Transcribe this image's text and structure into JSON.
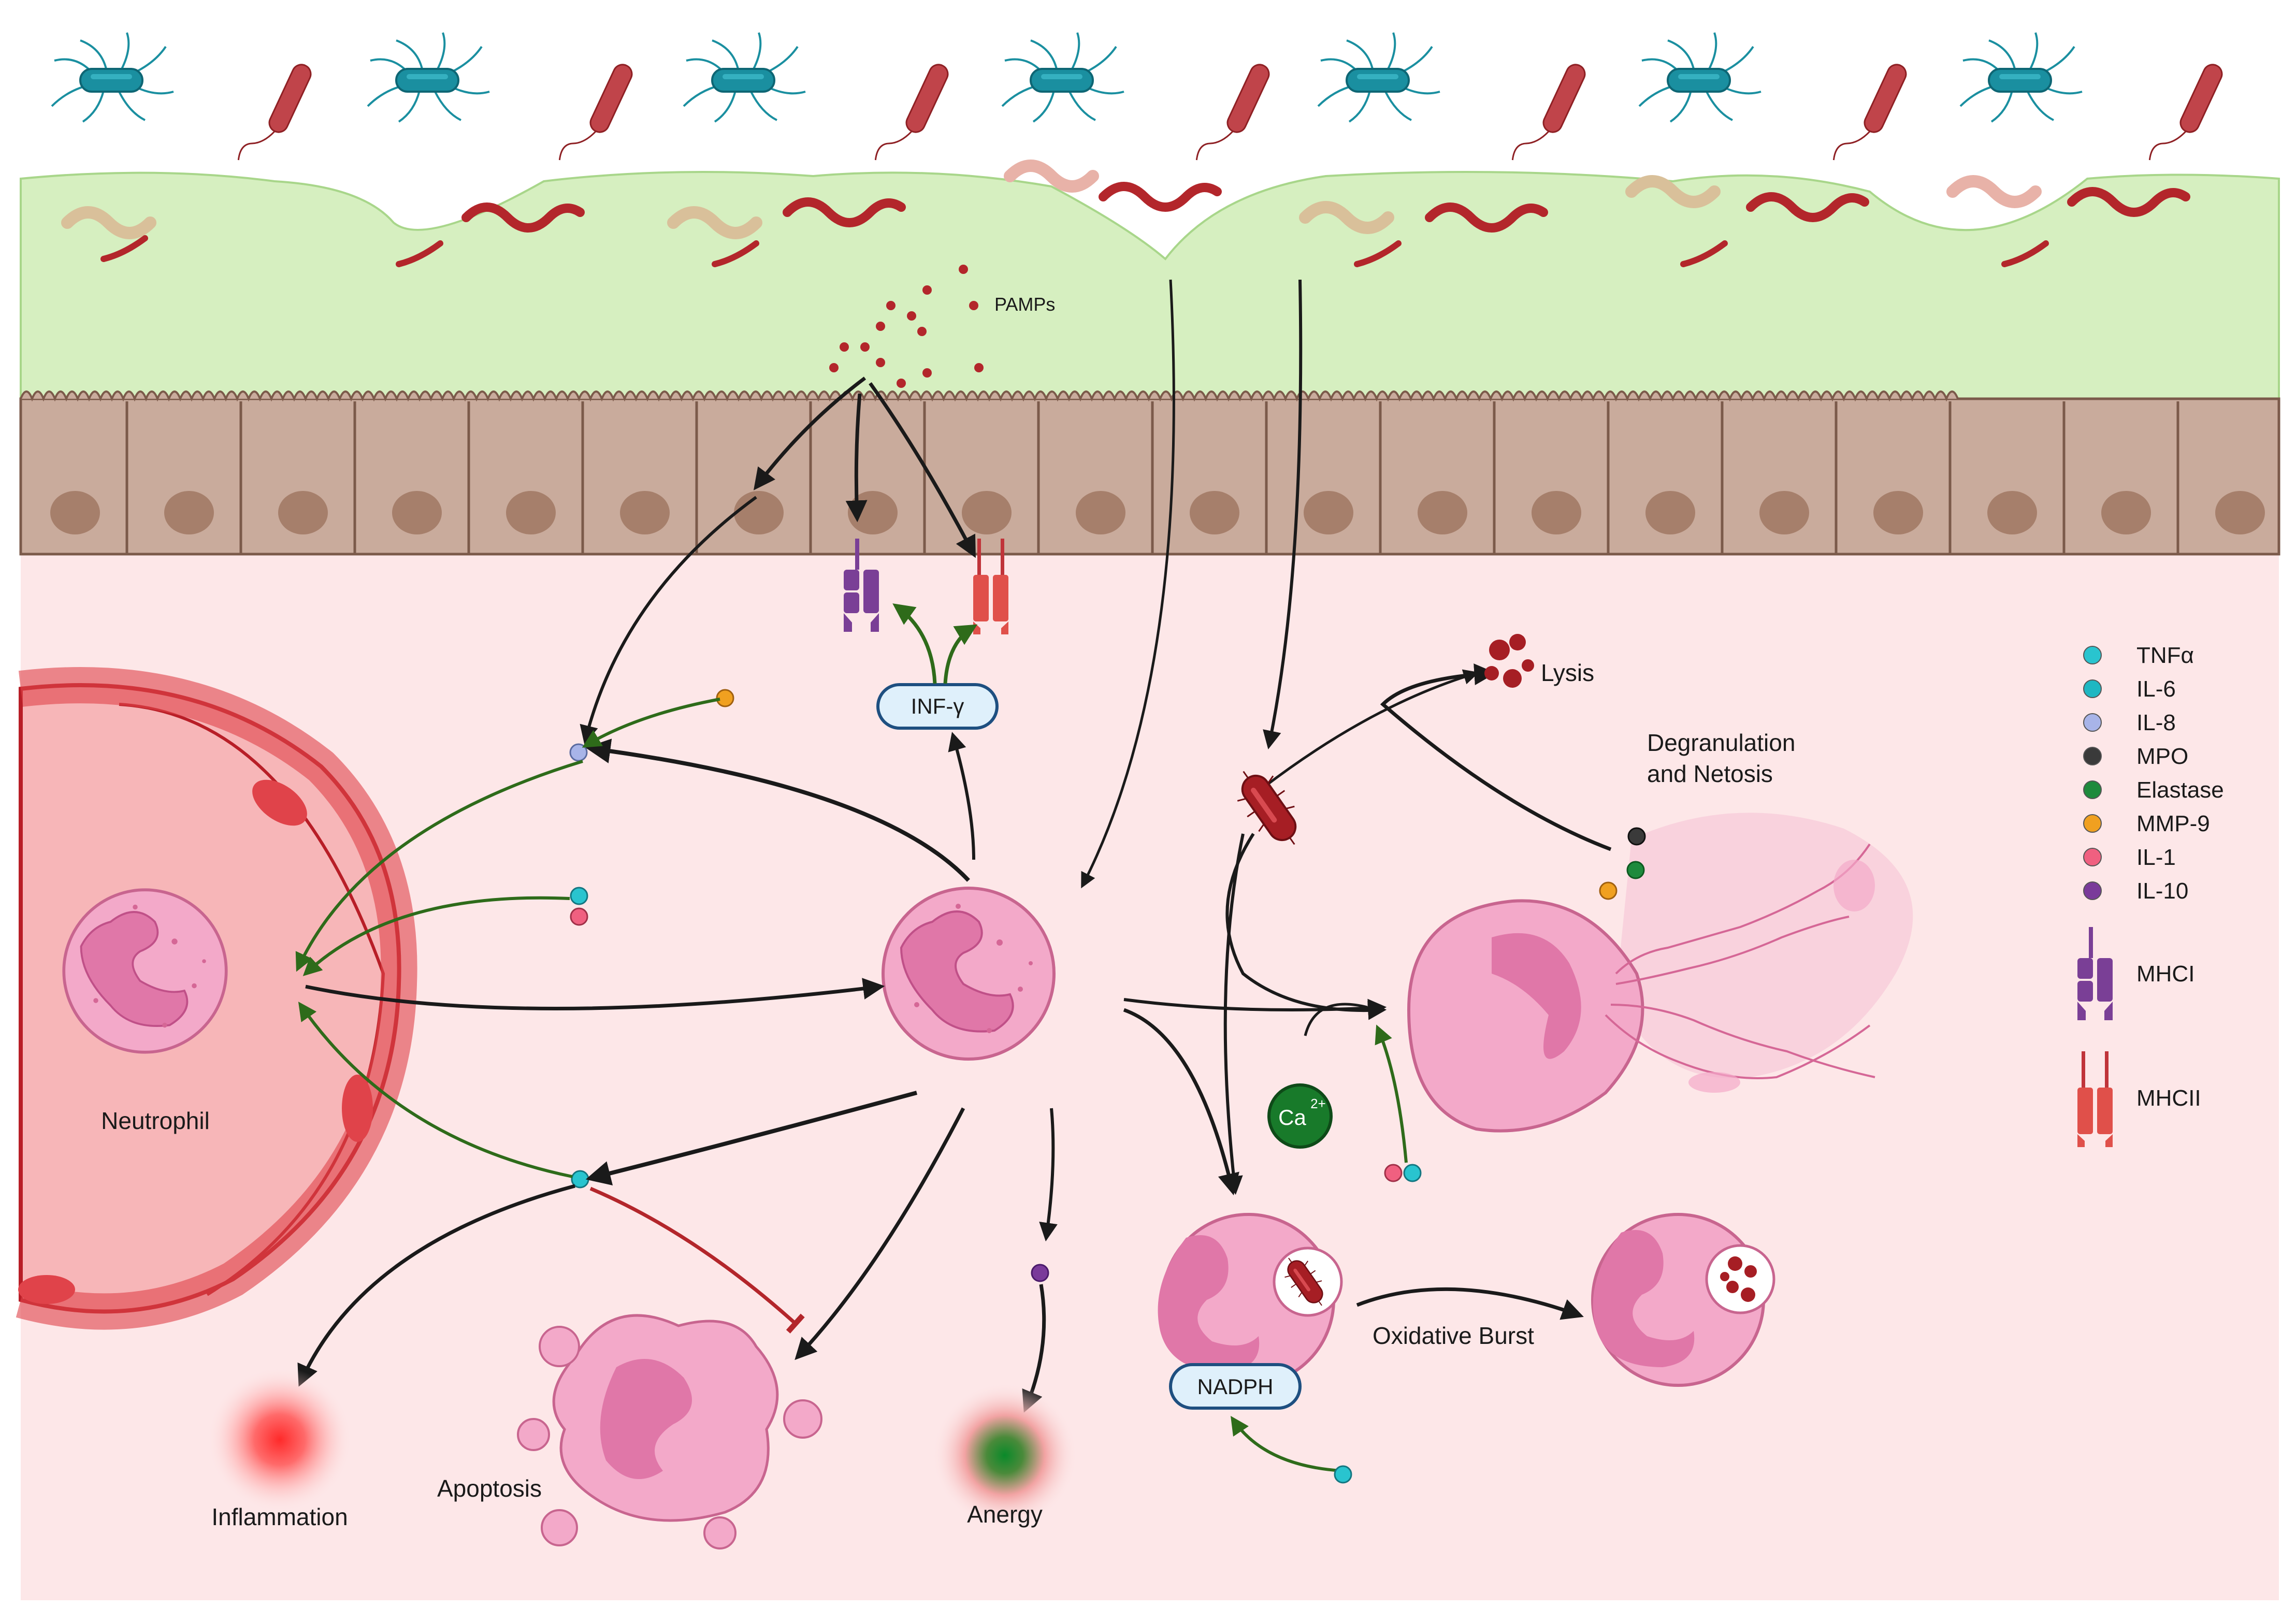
{
  "labels": {
    "pamps": "PAMPs",
    "inf_gamma": "INF-γ",
    "lysis": "Lysis",
    "degranulation_line1": "Degranulation",
    "degranulation_line2": "and Netosis",
    "neutrophil": "Neutrophil",
    "calcium_base": "Ca",
    "calcium_charge": "2+",
    "nadph": "NADPH",
    "oxidative_burst": "Oxidative Burst",
    "inflammation": "Inflammation",
    "apoptosis": "Apoptosis",
    "anergy": "Anergy"
  },
  "legend": [
    {
      "name": "TNFα",
      "color": "#29c4cf"
    },
    {
      "name": "IL-6",
      "color": "#1fb7c2"
    },
    {
      "name": "IL-8",
      "color": "#a8b4e8"
    },
    {
      "name": "MPO",
      "color": "#3a3a3a"
    },
    {
      "name": "Elastase",
      "color": "#1e8a3c"
    },
    {
      "name": "MMP-9",
      "color": "#f0a020"
    },
    {
      "name": "IL-1",
      "color": "#f06080"
    },
    {
      "name": "IL-10",
      "color": "#7a3a9a"
    }
  ],
  "legend_receptors": [
    {
      "name": "MHCI",
      "color": "#7a3f96"
    },
    {
      "name": "MHCII",
      "color": "#e0504a"
    }
  ],
  "colors": {
    "lumen": "#ffffff",
    "mucus": "#d6efc0",
    "epithelium": "#c9ab9c",
    "tissue": "#fde7e8",
    "vessel": "#e0434a",
    "neutrophil": "#f3a9c9",
    "nucleus": "#e077a8",
    "bacterium_teal": "#1a8fa0",
    "bacterium_red": "#b3262b",
    "arrow": "#1a1a1a",
    "arrow_green": "#2e6b1a",
    "inhibit": "#b3262b"
  }
}
